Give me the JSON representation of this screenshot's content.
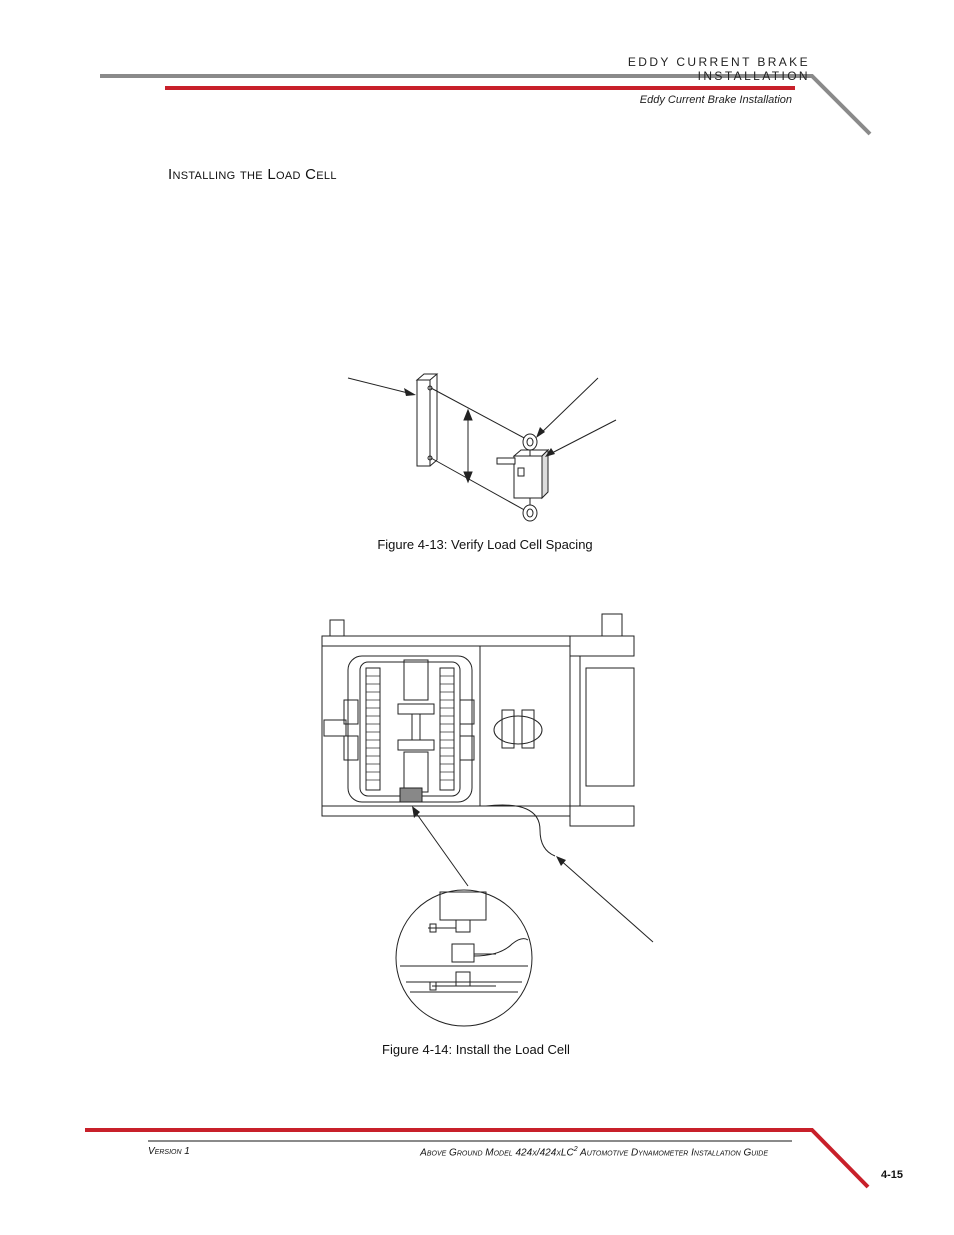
{
  "header": {
    "chapter": "EDDY CURRENT BRAKE INSTALLATION",
    "section": "Eddy Current Brake Installation"
  },
  "section_title": "Installing the Load Cell",
  "figures": [
    {
      "caption": "Figure 4-13: Verify Load Cell Spacing"
    },
    {
      "caption": "Figure 4-14: Install the Load Cell"
    }
  ],
  "footer": {
    "version": "Version 1",
    "guide_title": "Above Ground Model 424x/424xLC",
    "guide_superscript": "2",
    "guide_suffix": " Automotive Dynamometer Installation Guide",
    "page_number": "4-15"
  },
  "colors": {
    "accent_red": "#c8202a",
    "rule_gray": "#8a8a8a"
  }
}
